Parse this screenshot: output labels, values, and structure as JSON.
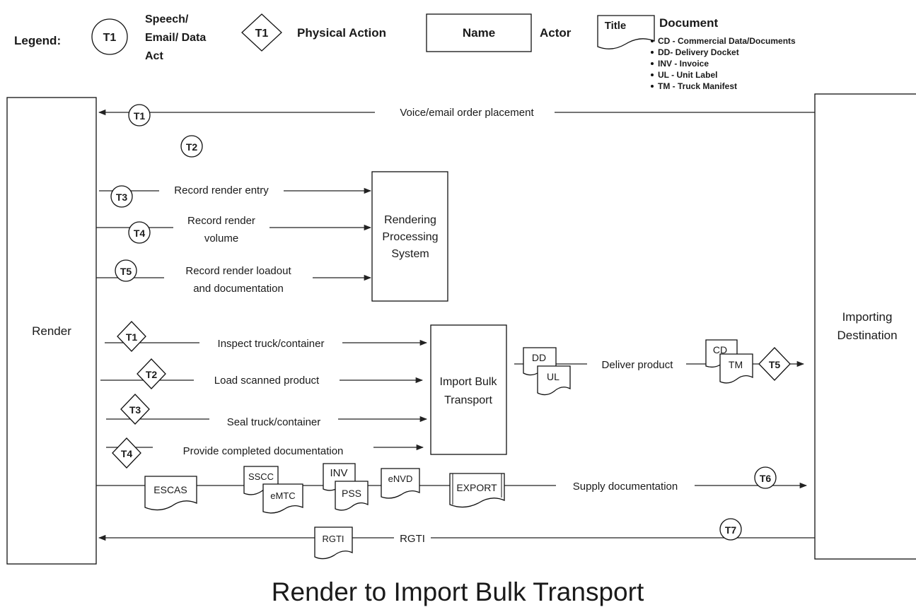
{
  "legend": {
    "title": "Legend:",
    "speech_token": "T1",
    "speech_label": [
      "Speech/",
      "Email/ Data",
      "Act"
    ],
    "physical_token": "T1",
    "physical_label": "Physical Action",
    "actor_box": "Name",
    "actor_label": "Actor",
    "doc_box": "Title",
    "doc_label": "Document",
    "doc_items": [
      "CD - Commercial Data/Documents",
      "DD- Delivery Docket",
      "INV - Invoice",
      "UL - Unit Label",
      "TM - Truck Manifest"
    ]
  },
  "actors": {
    "render": "Render",
    "importing": [
      "Importing",
      "Destination"
    ],
    "rps": [
      "Rendering",
      "Processing",
      "System"
    ],
    "ibt": [
      "Import Bulk",
      "Transport"
    ]
  },
  "flows": {
    "voice": "Voice/email order placement",
    "t2": "T2",
    "rec_entry": "Record render entry",
    "rec_volume": [
      "Record render",
      "volume"
    ],
    "rec_loadout": [
      "Record render loadout",
      "and documentation"
    ],
    "inspect": "Inspect truck/container",
    "load": "Load scanned product",
    "seal": "Seal truck/container",
    "provide": "Provide completed  documentation",
    "deliver": "Deliver product",
    "supply": "Supply documentation",
    "rgti": "RGTI"
  },
  "tokens": {
    "t1": "T1",
    "t3": "T3",
    "t4": "T4",
    "t5": "T5",
    "p1": "T1",
    "p2": "T2",
    "p3": "T3",
    "p4": "T4",
    "p5": "T5",
    "t6": "T6",
    "t7": "T7"
  },
  "docs": {
    "dd": "DD",
    "ul": "UL",
    "cd": "CD",
    "tm": "TM",
    "escas": "ESCAS",
    "sscc": "SSCC",
    "emtc": "eMTC",
    "inv": "INV",
    "pss": "PSS",
    "envd": "eNVD",
    "export": "EXPORT",
    "rgti": "RGTI"
  },
  "title": "Render to Import Bulk Transport"
}
